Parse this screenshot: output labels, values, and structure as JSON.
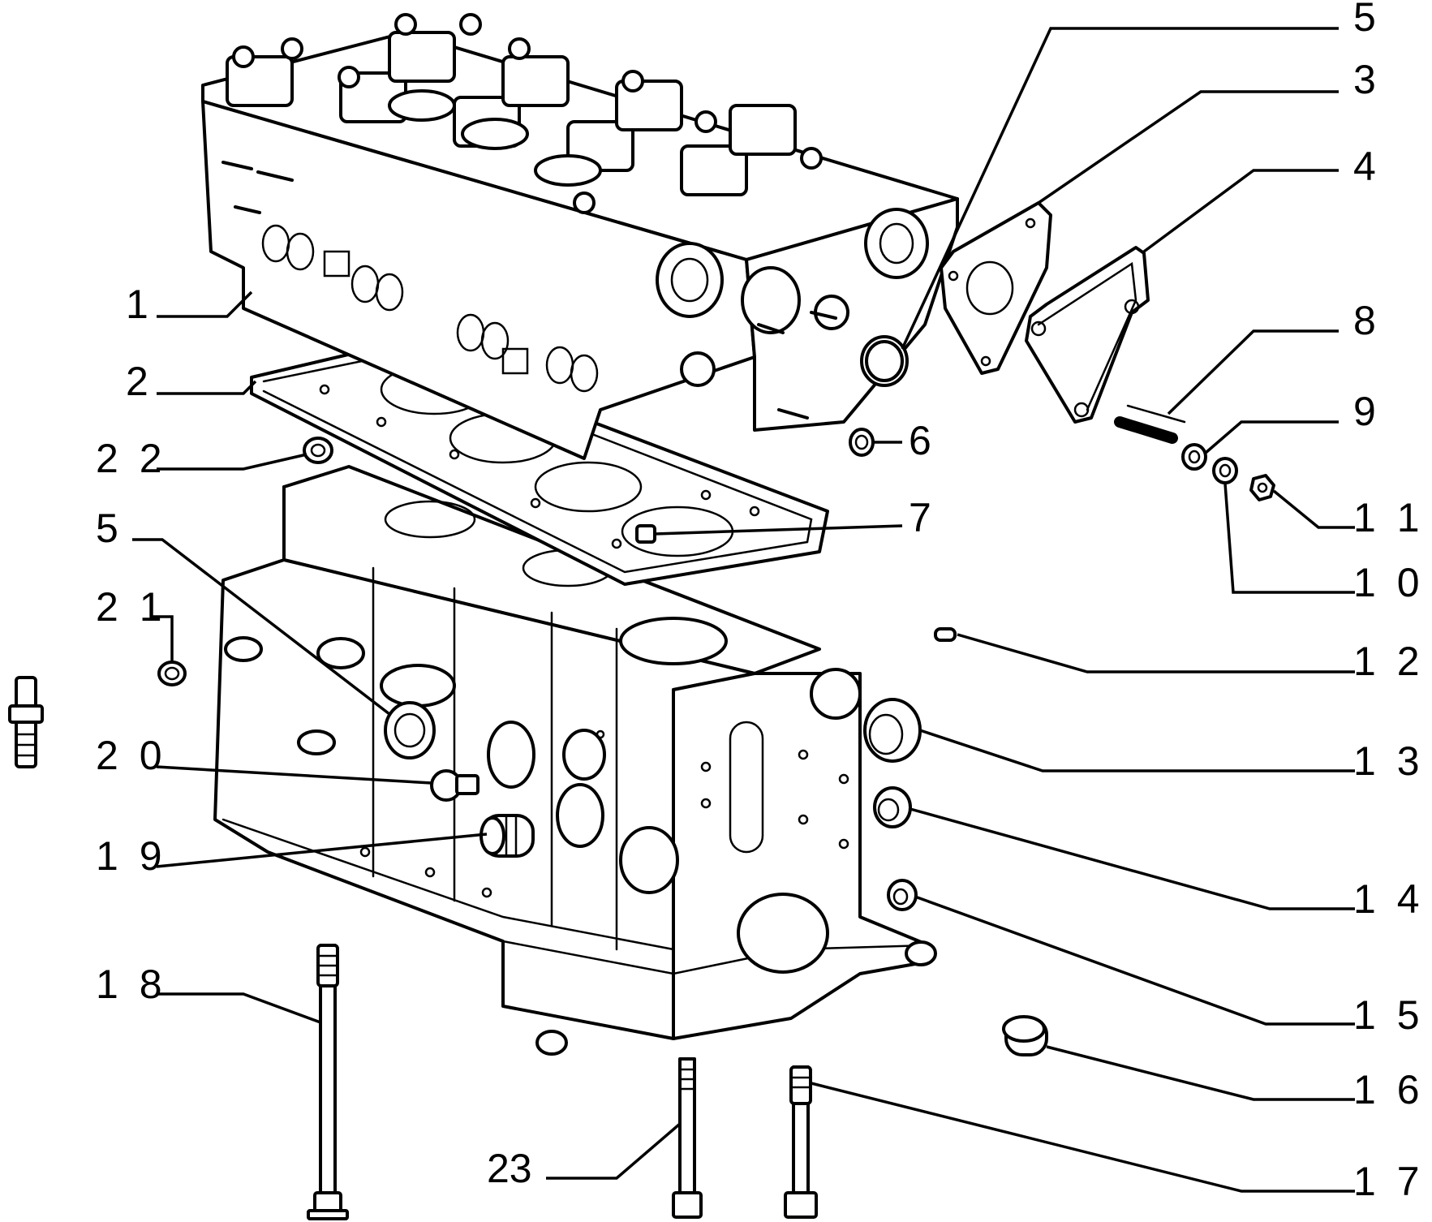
{
  "callouts": [
    {
      "id": "c1",
      "label": "1"
    },
    {
      "id": "c2",
      "label": "2"
    },
    {
      "id": "c3",
      "label": "3"
    },
    {
      "id": "c4",
      "label": "4"
    },
    {
      "id": "c5a",
      "label": "5"
    },
    {
      "id": "c5b",
      "label": "5"
    },
    {
      "id": "c6",
      "label": "6"
    },
    {
      "id": "c7",
      "label": "7"
    },
    {
      "id": "c8",
      "label": "8"
    },
    {
      "id": "c9",
      "label": "9"
    },
    {
      "id": "c10",
      "label": "1 0"
    },
    {
      "id": "c11",
      "label": "1 1"
    },
    {
      "id": "c12",
      "label": "1 2"
    },
    {
      "id": "c13",
      "label": "1 3"
    },
    {
      "id": "c14",
      "label": "1 4"
    },
    {
      "id": "c15",
      "label": "1 5"
    },
    {
      "id": "c16",
      "label": "1 6"
    },
    {
      "id": "c17",
      "label": "1 7"
    },
    {
      "id": "c18",
      "label": "1 8"
    },
    {
      "id": "c19",
      "label": "1 9"
    },
    {
      "id": "c20",
      "label": "2 0"
    },
    {
      "id": "c21",
      "label": "2 1"
    },
    {
      "id": "c22",
      "label": "2 2"
    },
    {
      "id": "c23",
      "label": "23"
    }
  ]
}
